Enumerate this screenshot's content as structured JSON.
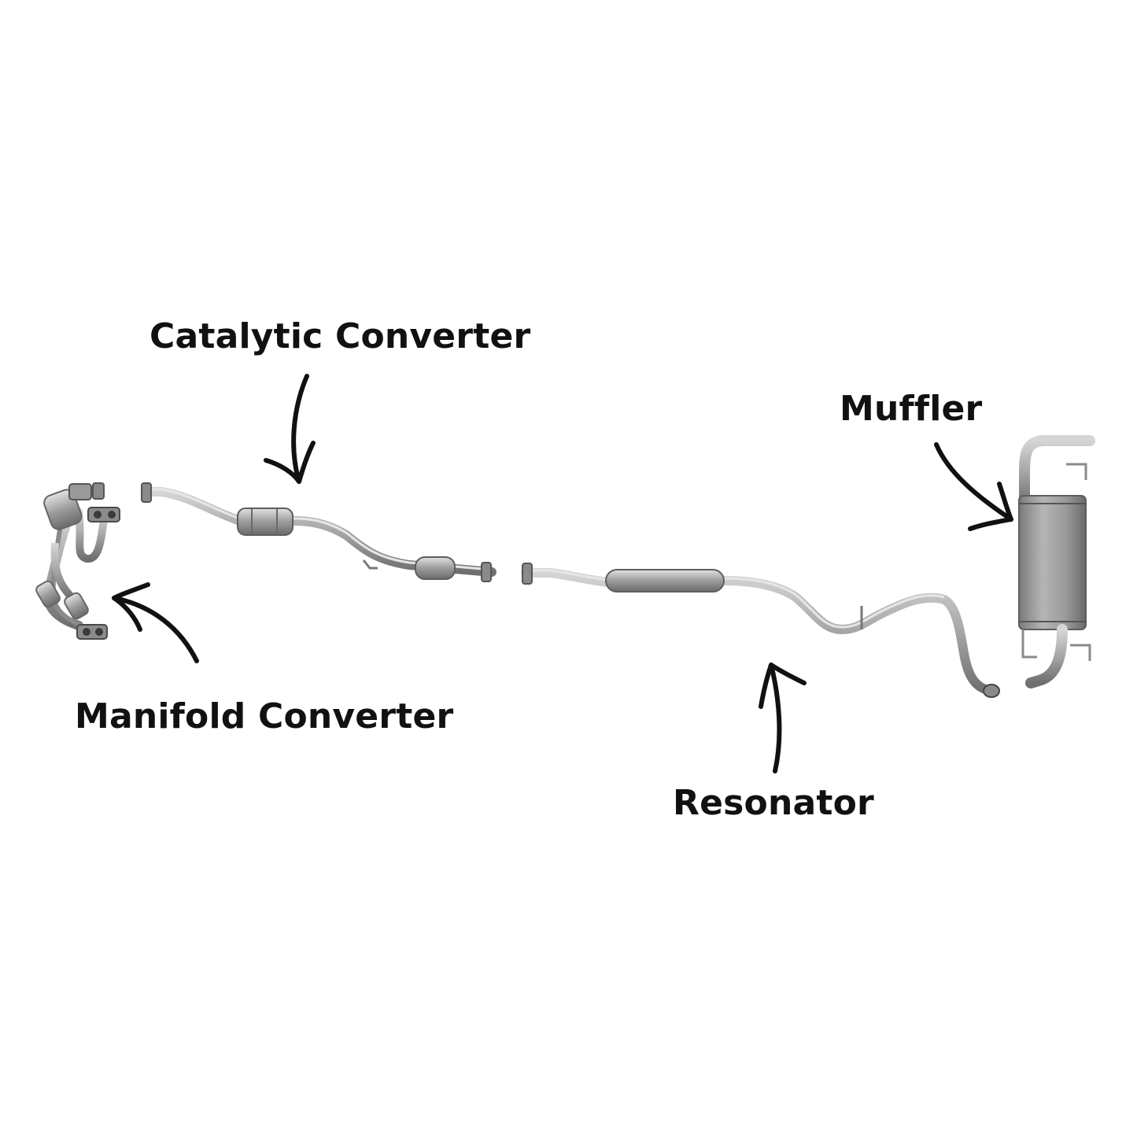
{
  "labels": {
    "catalytic_converter": "Catalytic Converter",
    "manifold_converter": "Manifold Converter",
    "muffler": "Muffler",
    "resonator": "Resonator"
  },
  "colors": {
    "background": "#ffffff",
    "text": "#111111",
    "arrow": "#111111",
    "pipe": "#9a9a9a",
    "pipe_dark": "#6e6e6e",
    "pipe_light": "#cfcfcf"
  }
}
